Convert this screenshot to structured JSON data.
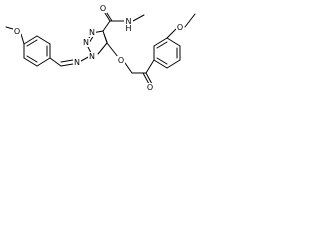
{
  "molecule": {
    "atoms": [
      {
        "id": "o_amide",
        "label": "O"
      },
      {
        "id": "n_amide",
        "label": "N"
      },
      {
        "id": "h_amide",
        "label": "H"
      },
      {
        "id": "n1",
        "label": "N"
      },
      {
        "id": "n2",
        "label": "N"
      },
      {
        "id": "n3",
        "label": "N"
      },
      {
        "id": "n_imine",
        "label": "N"
      },
      {
        "id": "o_ether",
        "label": "O"
      },
      {
        "id": "o_ketone",
        "label": "O"
      },
      {
        "id": "o_left_methoxy",
        "label": "O"
      },
      {
        "id": "o_right_methoxy",
        "label": "O"
      }
    ]
  }
}
